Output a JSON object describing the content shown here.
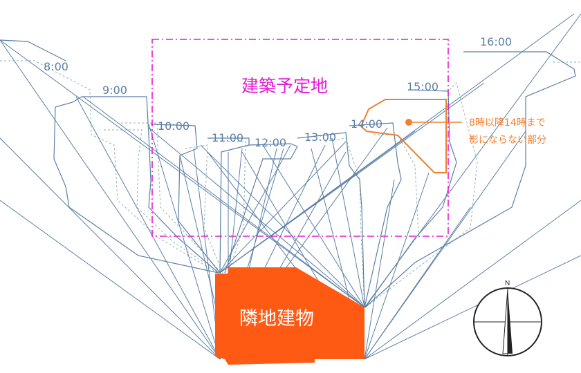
{
  "site": {
    "label": "建築予定地",
    "color": "#e619d6"
  },
  "neighbor": {
    "label": "隣地建物",
    "color": "#ff5a14"
  },
  "note": {
    "line1": "8時以降14時まで",
    "line2": "影にならない部分",
    "color": "#f08030"
  },
  "compass": {
    "label": "N"
  },
  "hours": [
    {
      "id": "h8",
      "label": "8:00"
    },
    {
      "id": "h9",
      "label": "9:00"
    },
    {
      "id": "h10",
      "label": "10:00"
    },
    {
      "id": "h11",
      "label": "11:00"
    },
    {
      "id": "h12",
      "label": "12:00"
    },
    {
      "id": "h13",
      "label": "13:00"
    },
    {
      "id": "h14",
      "label": "14:00"
    },
    {
      "id": "h15",
      "label": "15:00"
    },
    {
      "id": "h16",
      "label": "16:00"
    }
  ],
  "colors": {
    "shadow_solid": "#5b7fa6",
    "shadow_dashed": "#8fb3a8"
  }
}
